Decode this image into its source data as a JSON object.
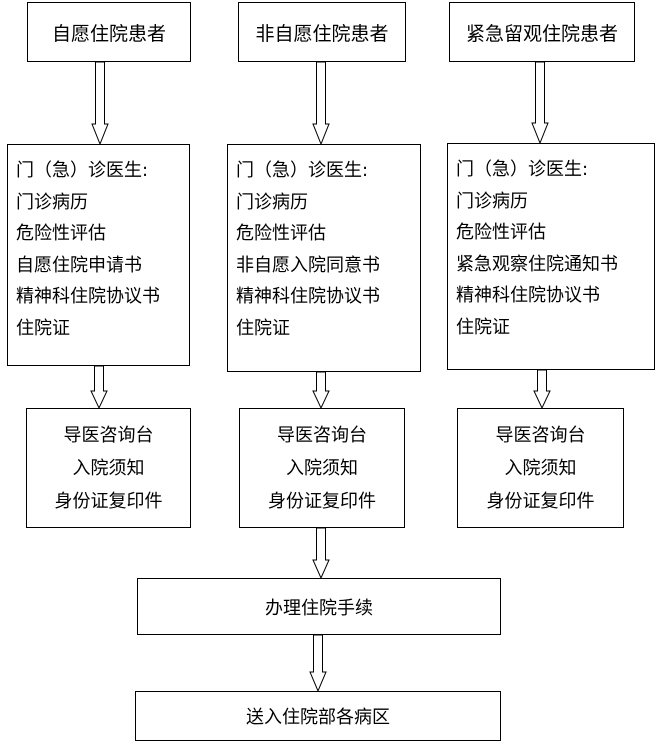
{
  "columns": [
    {
      "title": "自愿住院患者",
      "docs": [
        "门（急）诊医生:",
        "门诊病历",
        "危险性评估",
        "自愿住院申请书",
        "精神科住院协议书",
        "住院证"
      ],
      "desk": [
        "导医咨询台",
        "入院须知",
        "身份证复印件"
      ]
    },
    {
      "title": "非自愿住院患者",
      "docs": [
        "门（急）诊医生:",
        "门诊病历",
        "危险性评估",
        "非自愿入院同意书",
        "精神科住院协议书",
        "住院证"
      ],
      "desk": [
        "导医咨询台",
        "入院须知",
        "身份证复印件"
      ]
    },
    {
      "title": "紧急留观住院患者",
      "docs": [
        "门（急）诊医生:",
        "门诊病历",
        "危险性评估",
        "紧急观察住院通知书",
        "精神科住院协议书",
        "住院证"
      ],
      "desk": [
        "导医咨询台",
        "入院须知",
        "身份证复印件"
      ]
    }
  ],
  "procedure": "办理住院手续",
  "destination": "送入住院部各病区"
}
